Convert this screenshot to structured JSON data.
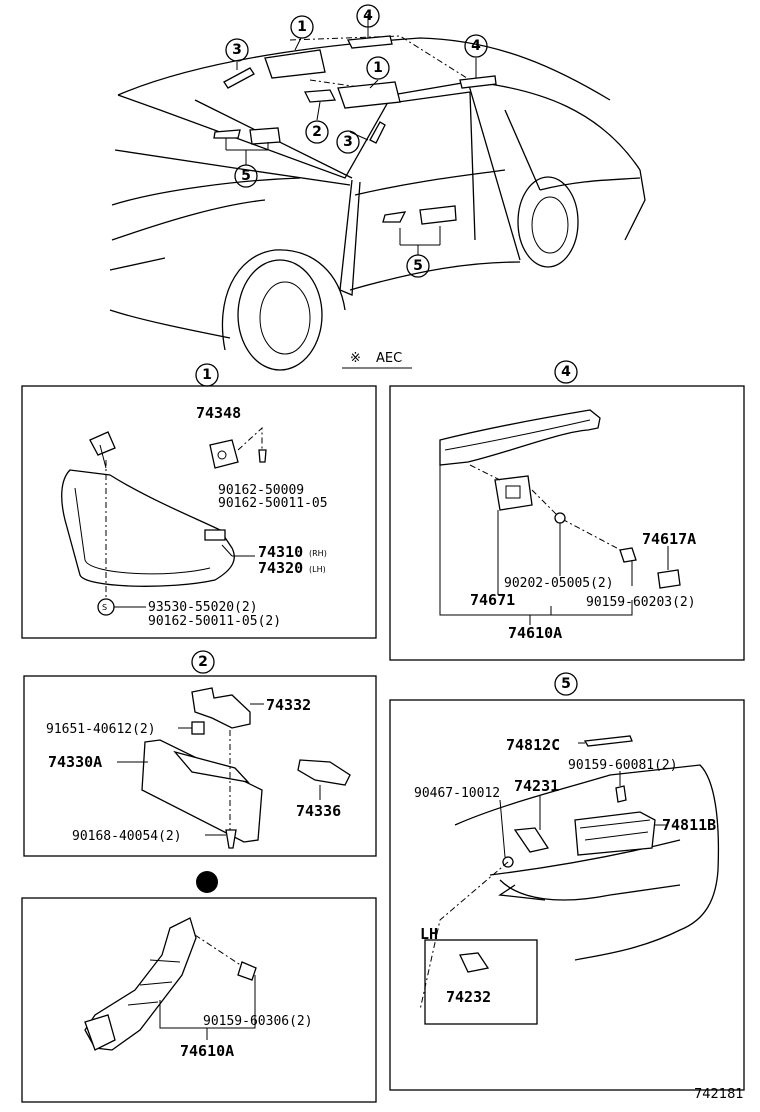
{
  "header": {
    "aec_symbol": "※",
    "aec_label": "AEC"
  },
  "footer": {
    "diagram_code": "742181"
  },
  "callouts": {
    "c1": "1",
    "c2": "2",
    "c3": "3",
    "c4": "4",
    "c5": "5"
  },
  "panel1": {
    "title": "1",
    "bracket_part": "74348",
    "screw_a": "90162-50009",
    "screw_b": "90162-50011-05",
    "visor_rh": "74310",
    "visor_rh_side": "(RH)",
    "visor_lh": "74320",
    "visor_lh_side": "(LH)",
    "s_mark": "S",
    "screw_c": "93530-55020(2)",
    "screw_d": "90162-50011-05(2)"
  },
  "panel2": {
    "title": "2",
    "clip": "91651-40612(2)",
    "holder": "74332",
    "visor": "74330A",
    "bracket": "74336",
    "screw": "90168-40054(2)"
  },
  "panel3": {
    "grip": "74610A",
    "screw": "90159-60306(2)"
  },
  "panel4": {
    "title": "4",
    "cover": "74617A",
    "nut": "90202-05005(2)",
    "handle": "74671",
    "screw": "90159-60203(2)",
    "assy": "74610A"
  },
  "panel5": {
    "title": "5",
    "trim": "74812C",
    "screw": "90159-60081(2)",
    "clip": "90467-10012",
    "pull": "74231",
    "pocket": "74811B",
    "lh_label": "LH",
    "pull_lh": "74232"
  }
}
